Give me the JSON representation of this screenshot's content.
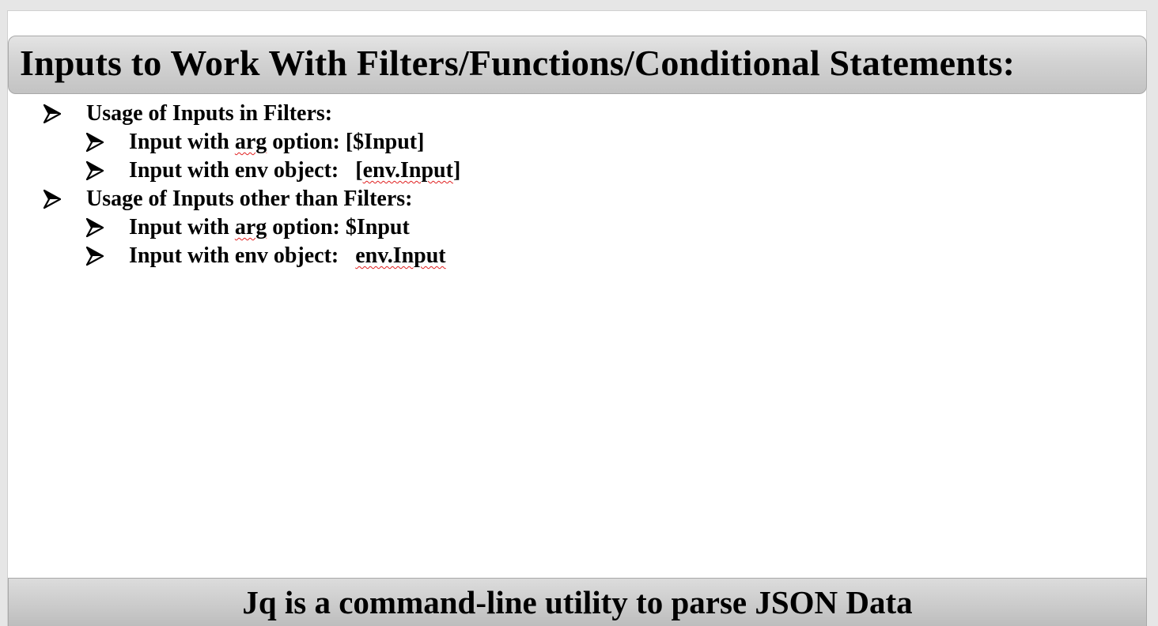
{
  "slide": {
    "title": "Inputs to Work With Filters/Functions/Conditional Statements:",
    "footer": "Jq is a command-line utility to parse JSON Data",
    "bullets": [
      {
        "level": 1,
        "parts": [
          "Usage of Inputs in Filters:"
        ]
      },
      {
        "level": 2,
        "prefix": "Input with ",
        "flagged": "arg",
        "suffix": " option: [$Input]"
      },
      {
        "level": 2,
        "prefix": "Input with env object:   [",
        "flagged": "env.Input",
        "suffix": "]"
      },
      {
        "level": 1,
        "parts": [
          "Usage of Inputs other than Filters:"
        ]
      },
      {
        "level": 2,
        "prefix": "Input with ",
        "flagged": "arg",
        "suffix": " option: $Input"
      },
      {
        "level": 2,
        "prefix": "Input with env object:   ",
        "flagged": "env.Input",
        "suffix": ""
      }
    ],
    "icons": {
      "bullet": "arrowhead-bullet-icon"
    },
    "colors": {
      "title_bar": "#d2d2d2",
      "spellcheck": "#e02020"
    }
  }
}
